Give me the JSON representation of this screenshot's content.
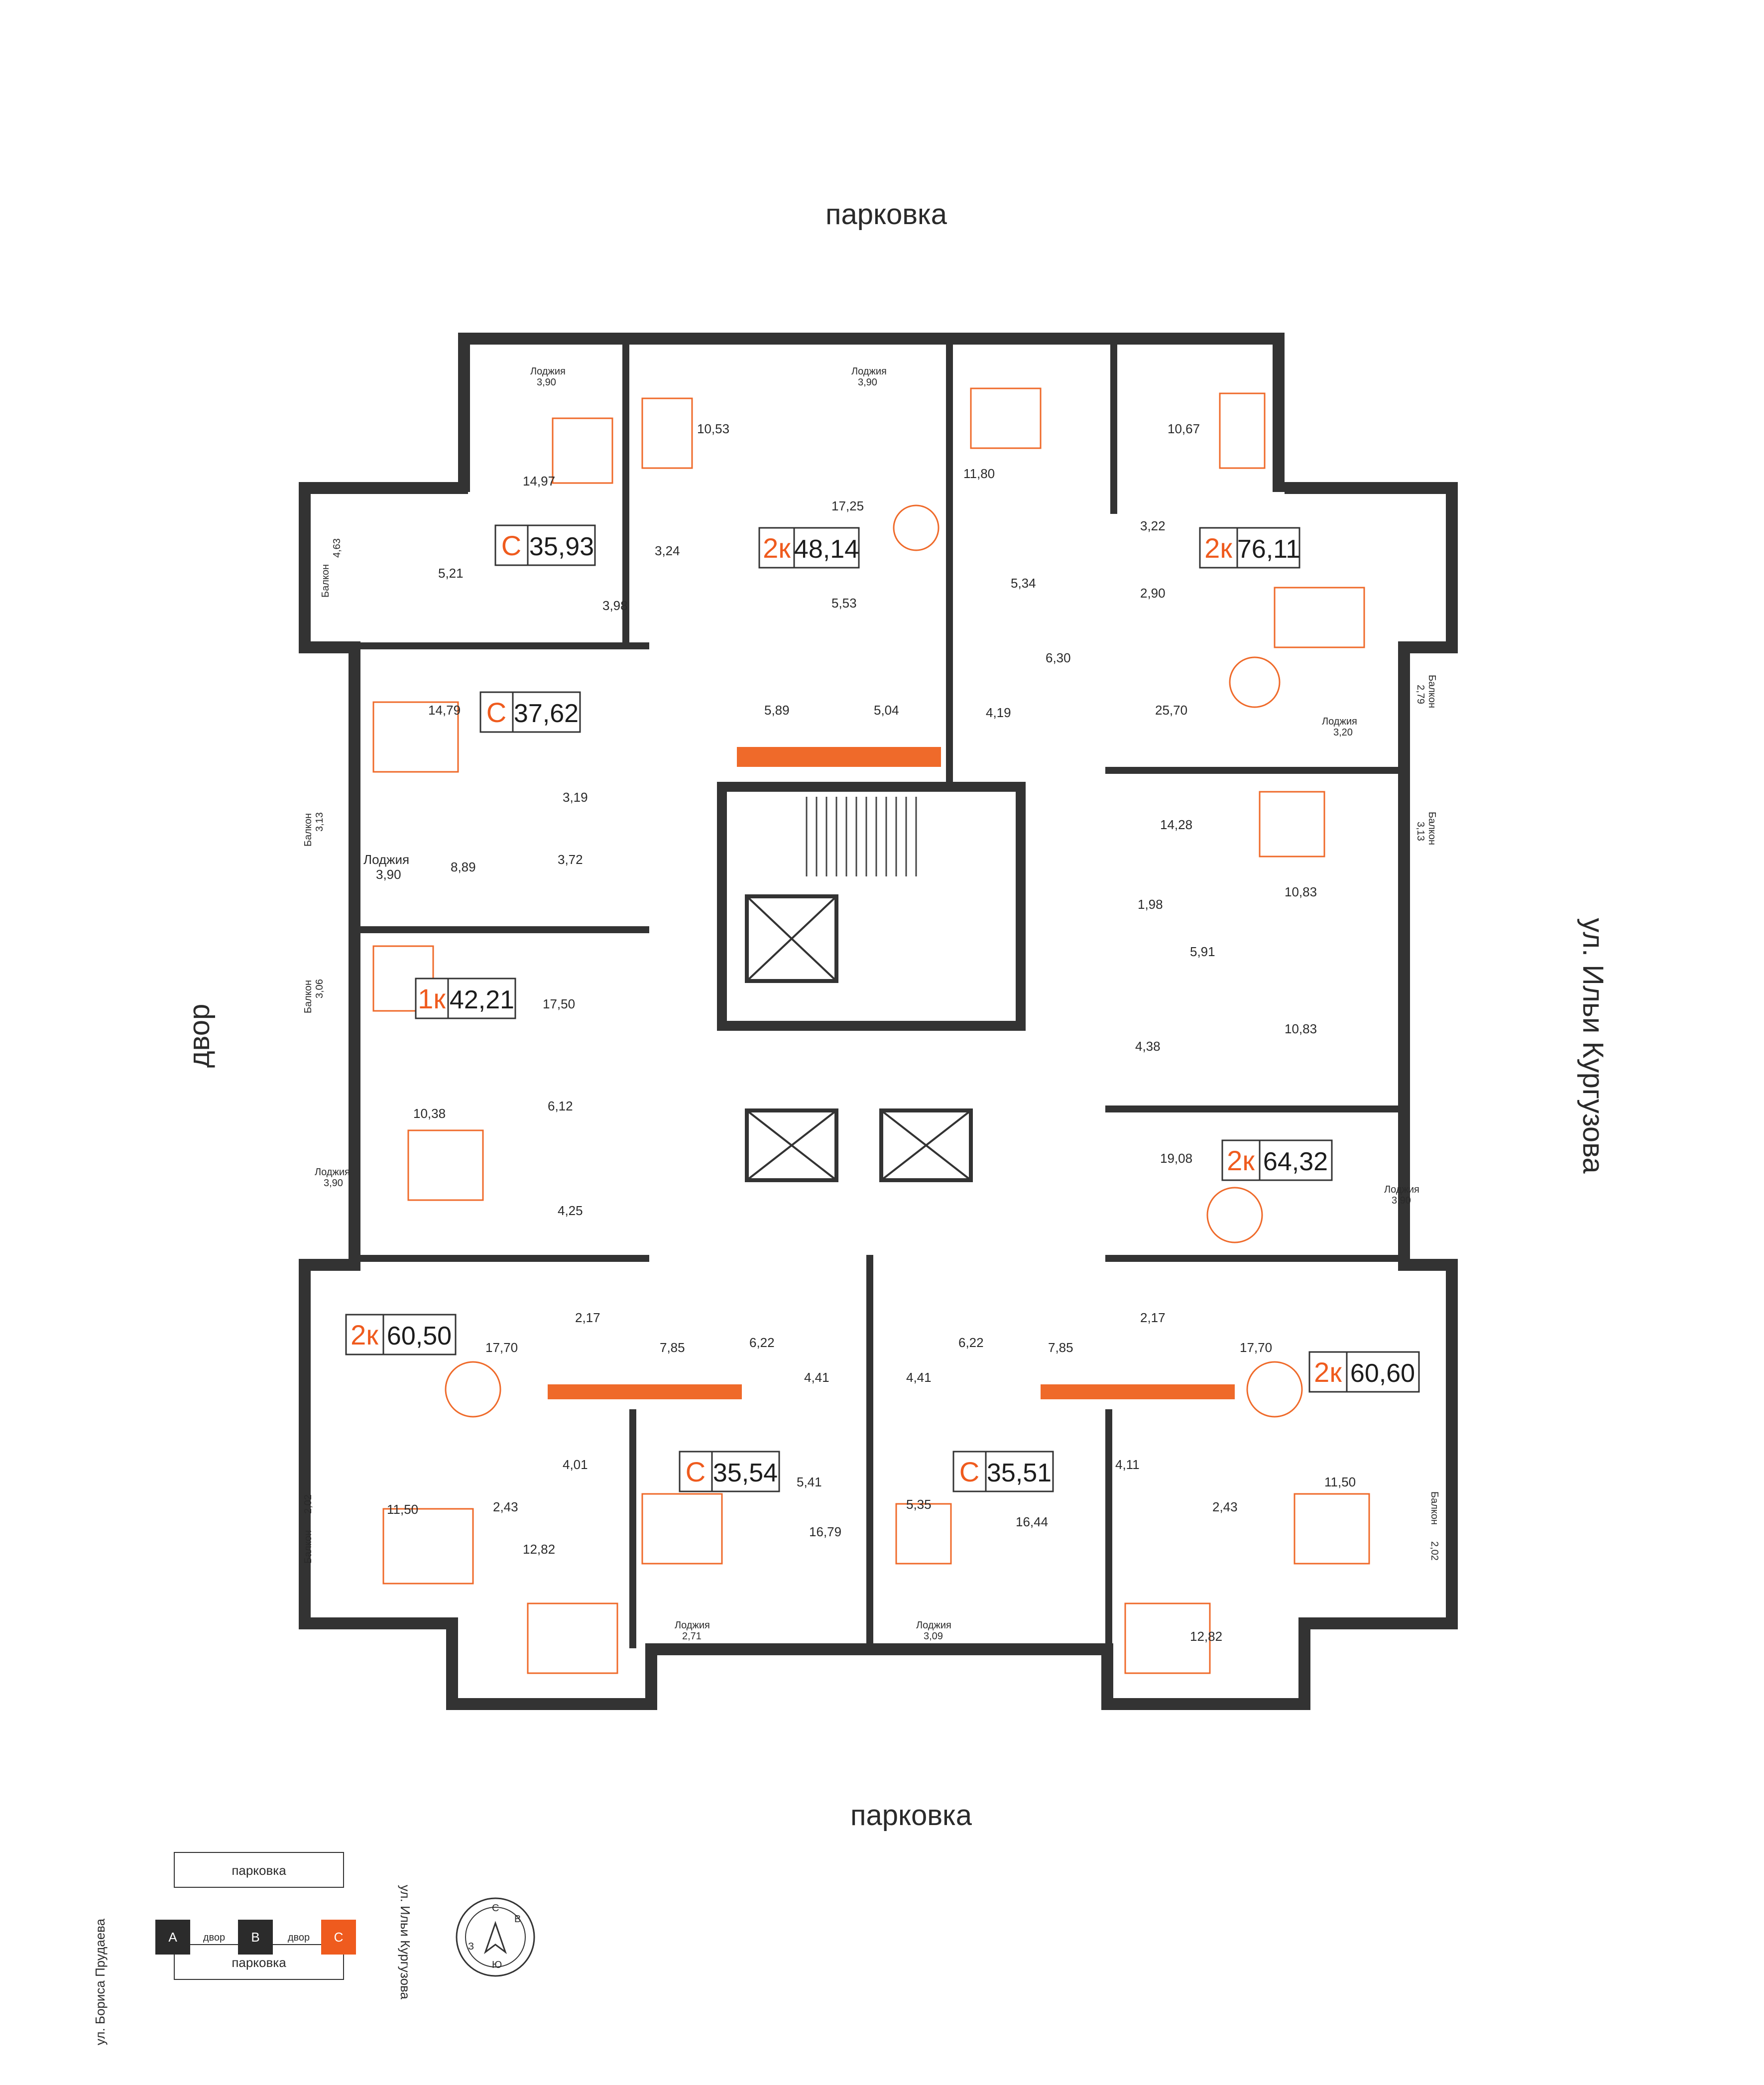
{
  "labels": {
    "top": "парковка",
    "bottom": "парковка",
    "left": "двор",
    "right": "ул. Ильи Кургузова"
  },
  "apartments": [
    {
      "type": "С",
      "area": "35,93"
    },
    {
      "type": "2к",
      "area": "48,14"
    },
    {
      "type": "2к",
      "area": "76,11"
    },
    {
      "type": "С",
      "area": "37,62"
    },
    {
      "type": "1к",
      "area": "42,21"
    },
    {
      "type": "2к",
      "area": "64,32"
    },
    {
      "type": "2к",
      "area": "60,50"
    },
    {
      "type": "2к",
      "area": "60,60"
    },
    {
      "type": "С",
      "area": "35,54"
    },
    {
      "type": "С",
      "area": "35,51"
    }
  ],
  "rooms": [
    "14,97",
    "10,53",
    "17,25",
    "11,80",
    "10,67",
    "3,22",
    "5,21",
    "3,24",
    "5,53",
    "5,34",
    "2,90",
    "3,98",
    "6,30",
    "14,79",
    "5,89",
    "5,04",
    "4,19",
    "25,70",
    "3,19",
    "14,28",
    "8,89",
    "3,72",
    "1,98",
    "10,83",
    "17,50",
    "5,91",
    "10,83",
    "6,12",
    "4,38",
    "10,38",
    "4,25",
    "19,08",
    "2,17",
    "7,85",
    "6,22",
    "4,41",
    "4,41",
    "6,22",
    "7,85",
    "2,17",
    "17,70",
    "17,70",
    "4,01",
    "5,41",
    "5,35",
    "16,44",
    "4,11",
    "11,50",
    "2,43",
    "16,79",
    "2,43",
    "11,50",
    "12,82",
    "12,82"
  ],
  "outdoor": [
    {
      "label": "Лоджия",
      "value": "3,90"
    },
    {
      "label": "Лоджия",
      "value": "3,90"
    },
    {
      "label": "Балкон",
      "value": "4,63"
    },
    {
      "label": "Балкон",
      "value": "2,79"
    },
    {
      "label": "Лоджия",
      "value": "3,20"
    },
    {
      "label": "Балкон",
      "value": "3,13"
    },
    {
      "label": "Лоджия",
      "value": "3,90"
    },
    {
      "label": "Балкон",
      "value": "3,13"
    },
    {
      "label": "Балкон",
      "value": "3,06"
    },
    {
      "label": "Лоджия",
      "value": "3,90"
    },
    {
      "label": "Лоджия",
      "value": "3,90"
    },
    {
      "label": "Балкон",
      "value": "2,02"
    },
    {
      "label": "Балкон",
      "value": "2,02"
    },
    {
      "label": "Лоджия",
      "value": "2,71"
    },
    {
      "label": "Лоджия",
      "value": "3,09"
    }
  ],
  "legend": {
    "top_box": "парковка",
    "bottom_box": "парковка",
    "left_street": "ул. Бориса Прудаева",
    "right_street": "ул. Ильи Кургузова",
    "sections": [
      "А",
      "В",
      "С"
    ],
    "yard": "двор",
    "compass": {
      "n": "С",
      "e": "В",
      "s": "Ю",
      "w": "З"
    }
  },
  "colors": {
    "accent": "#ef5b1e",
    "wall": "#333333"
  }
}
